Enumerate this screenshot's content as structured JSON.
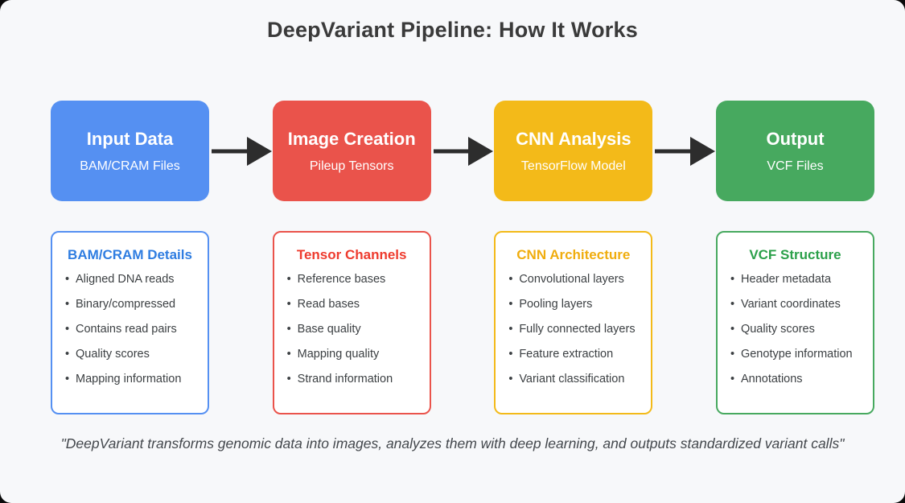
{
  "page": {
    "title": "DeepVariant Pipeline: How It Works",
    "quote": "\"DeepVariant transforms genomic data into images, analyzes them with deep learning, and outputs standardized variant calls\"",
    "colors": {
      "background": "#f7f8fa",
      "title_text": "#3a3a3a",
      "arrow": "#2d2d2d",
      "quote_text": "#43474c"
    }
  },
  "pipeline_stages": [
    {
      "title": "Input Data",
      "subtitle": "BAM/CRAM Files",
      "color": "#5590f2"
    },
    {
      "title": "Image Creation",
      "subtitle": "Pileup Tensors",
      "color": "#ea534b"
    },
    {
      "title": "CNN Analysis",
      "subtitle": "TensorFlow Model",
      "color": "#f3ba19"
    },
    {
      "title": "Output",
      "subtitle": "VCF Files",
      "color": "#47a95f"
    }
  ],
  "detail_cards": [
    {
      "heading": "BAM/CRAM Details",
      "accent": "#2f7de1",
      "border": "#5590f2",
      "items": [
        "Aligned DNA reads",
        "Binary/compressed",
        "Contains read pairs",
        "Quality scores",
        "Mapping information"
      ]
    },
    {
      "heading": "Tensor Channels",
      "accent": "#ee3b2e",
      "border": "#ea534b",
      "items": [
        "Reference bases",
        "Read bases",
        "Base quality",
        "Mapping quality",
        "Strand information"
      ]
    },
    {
      "heading": "CNN Architecture",
      "accent": "#f0ad0e",
      "border": "#f3ba19",
      "items": [
        "Convolutional layers",
        "Pooling layers",
        "Fully connected layers",
        "Feature extraction",
        "Variant classification"
      ]
    },
    {
      "heading": "VCF Structure",
      "accent": "#2ba04a",
      "border": "#47a95f",
      "items": [
        "Header metadata",
        "Variant coordinates",
        "Quality scores",
        "Genotype information",
        "Annotations"
      ]
    }
  ]
}
